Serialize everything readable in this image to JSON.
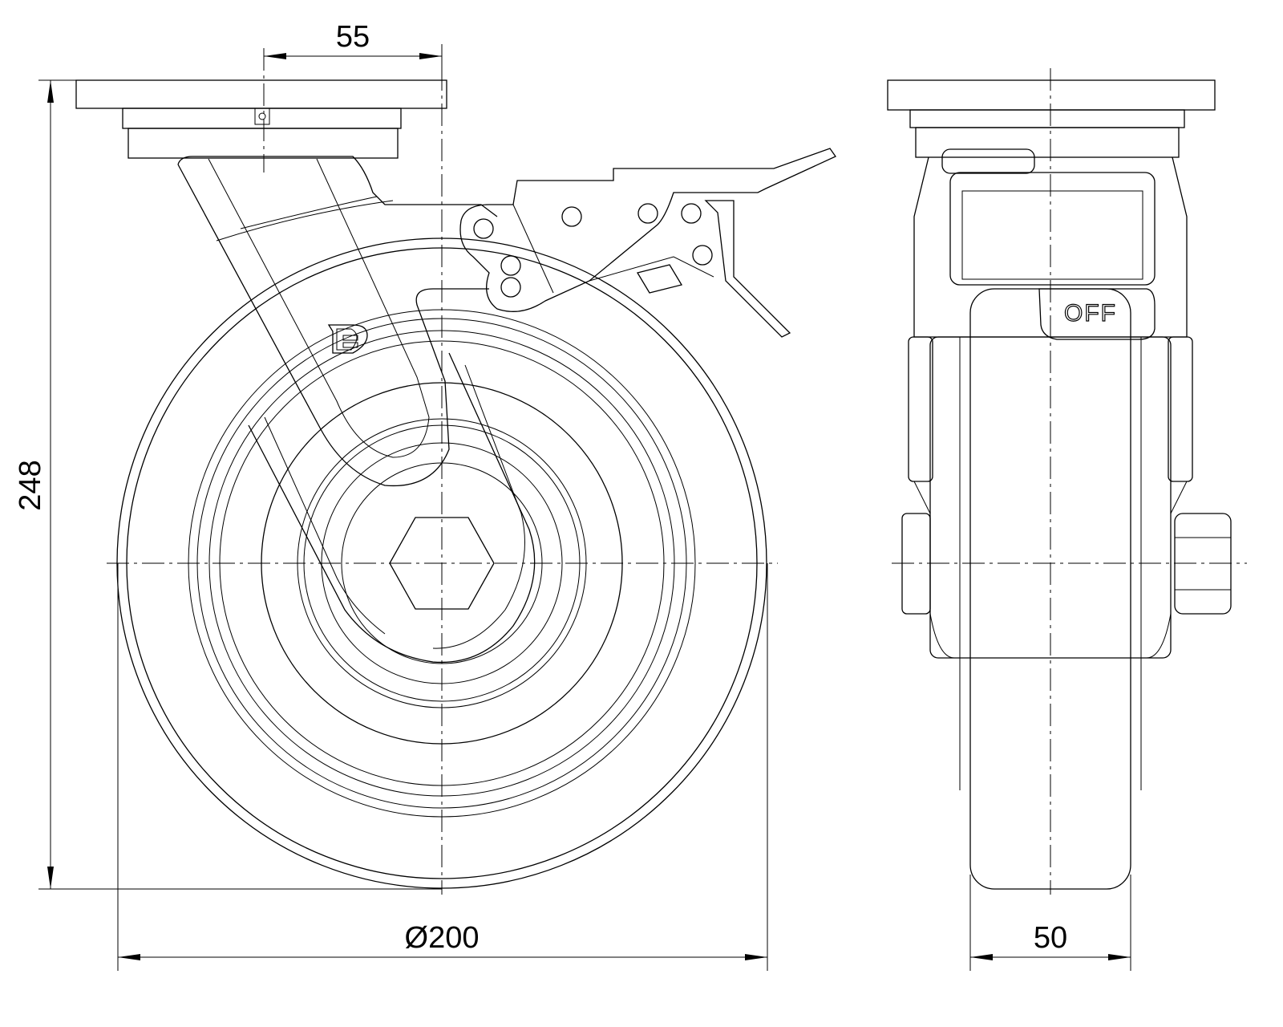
{
  "drawing": {
    "title": "Swivel castor with total brake – dimension drawing",
    "dimensions": {
      "offset": "55",
      "height": "248",
      "wheel_diameter": "Ø200",
      "wheel_width": "50"
    },
    "brake_label": "OFF",
    "logo_letter": "D"
  }
}
